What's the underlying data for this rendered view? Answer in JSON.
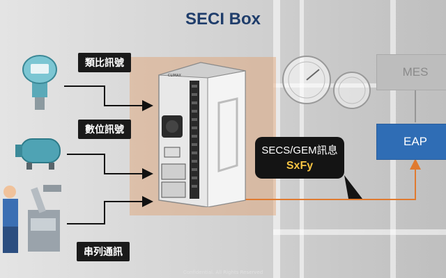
{
  "title": "SECI Box",
  "labels": {
    "analog": "類比訊號",
    "digital": "數位訊號",
    "serial": "串列通訊"
  },
  "secs": {
    "line1": "SECS/GEM訊息",
    "line2": "SxFy"
  },
  "systems": {
    "mes": "MES",
    "eap": "EAP"
  },
  "device": {
    "brand": "CLIMAX"
  },
  "footer": "Confidential. All Rights Reserved",
  "colors": {
    "title": "#1f3d6b",
    "eap": "#2f6db5",
    "mes": "#bdbdbd",
    "arrow_orange": "#e07a2f",
    "highlight": "#f5c343"
  }
}
